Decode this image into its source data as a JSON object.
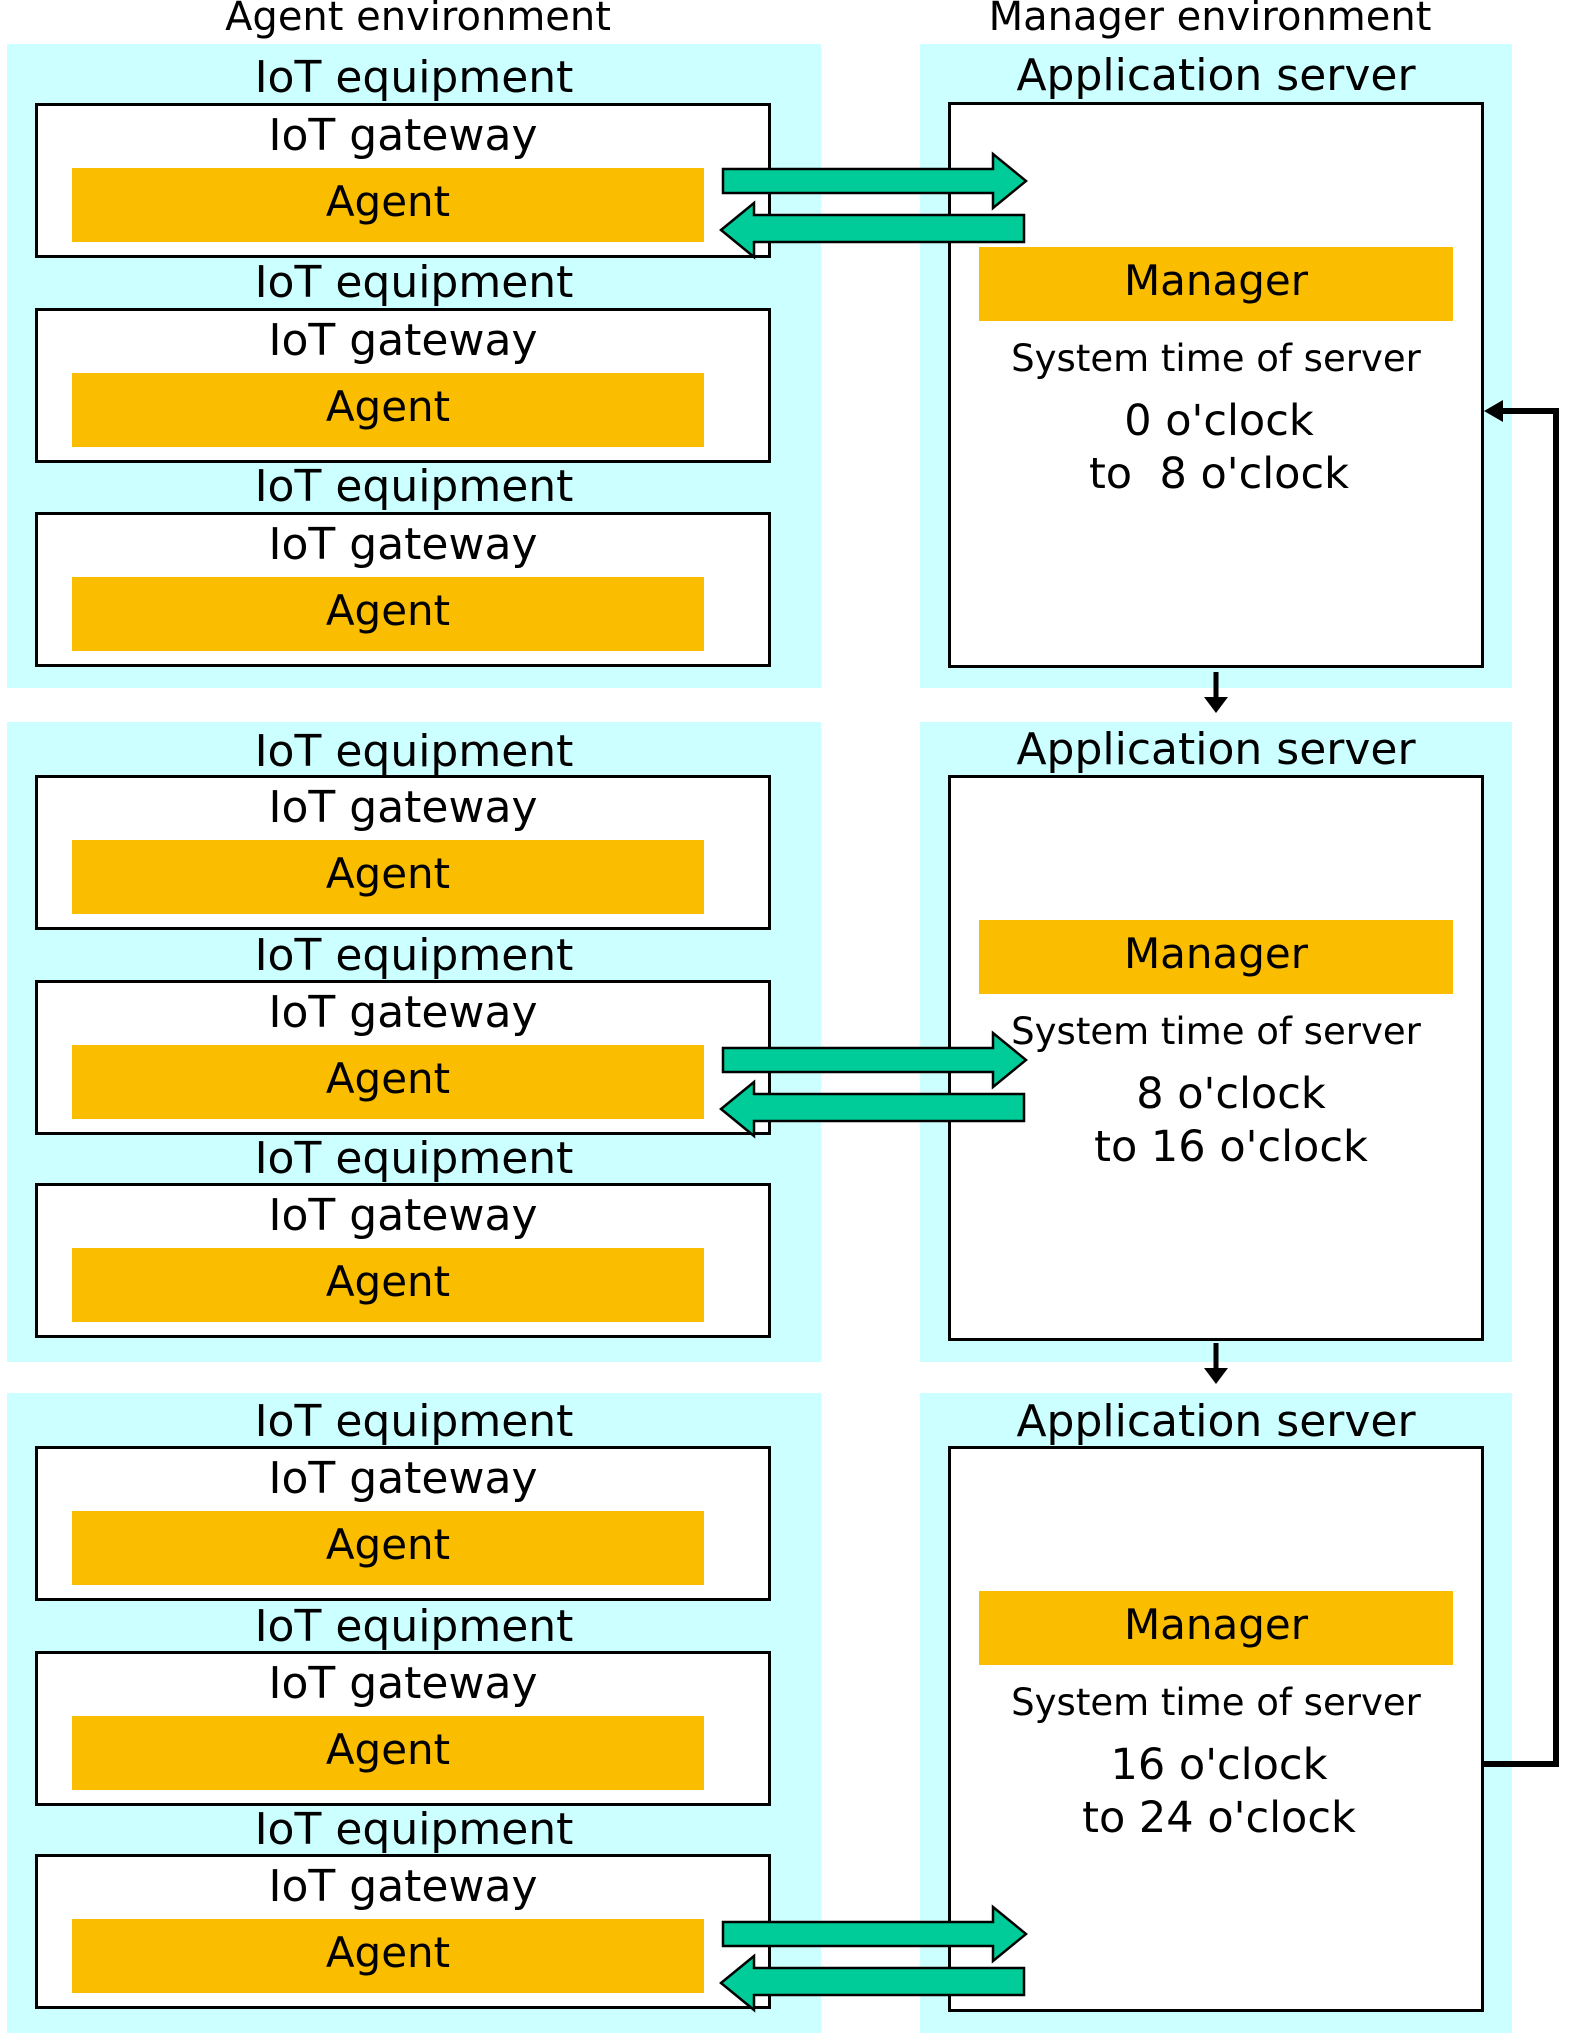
{
  "headers": {
    "agent_env": "Agent environment",
    "manager_env": "Manager environment"
  },
  "labels": {
    "iot_equipment": "IoT equipment",
    "iot_gateway": "IoT gateway",
    "agent": "Agent",
    "application_server": "Application server",
    "manager": "Manager",
    "system_time": "System time of server"
  },
  "servers": [
    {
      "range_line1": "0 o'clock",
      "range_line2": "to  8 o'clock"
    },
    {
      "range_line1": "8 o'clock",
      "range_line2": "to 16 o'clock"
    },
    {
      "range_line1": "16 o'clock",
      "range_line2": "to 24 o'clock"
    }
  ],
  "colors": {
    "panel_bg": "#ccffff",
    "agent_manager_fill": "#fbbd00",
    "arrow_fill": "#00cc99"
  }
}
